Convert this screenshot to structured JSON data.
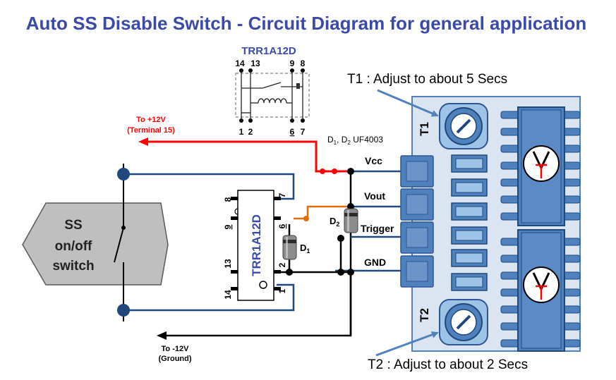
{
  "title": "Auto SS Disable Switch - Circuit Diagram for general application",
  "relay_top": {
    "name": "TRR1A12D",
    "pins_top": [
      "14",
      "13",
      "9",
      "8"
    ],
    "pins_bottom": [
      "1",
      "2",
      "6",
      "7"
    ]
  },
  "relay_ic": {
    "name": "TRR1A12D",
    "pins_left": [
      "8",
      "9",
      "13",
      "14"
    ],
    "pins_right": [
      "7",
      "6",
      "2",
      "1"
    ]
  },
  "labels": {
    "plus12v_line1": "To +12V",
    "plus12v_line2": "(Terminal 15)",
    "minus12v_line1": "To -12V",
    "minus12v_line2": "(Ground)",
    "diodes": "D",
    "diodes_sub1": "1",
    "diodes_mid": ", D",
    "diodes_sub2": "2",
    "diodes_part": " UF4003",
    "d1": "D",
    "d1_sub": "1",
    "d2": "D",
    "d2_sub": "2",
    "vcc": "Vcc",
    "vout": "Vout",
    "trigger": "Trigger",
    "gnd": "GND",
    "t1": "T1",
    "t2": "T2",
    "t1_note": "T1 : Adjust to about  5 Secs",
    "t2_note": "T2 : Adjust to about  2 Secs"
  },
  "switch_box": {
    "line1": "SS",
    "line2": "on/off",
    "line3": "switch"
  },
  "colors": {
    "title": "#3b49a8",
    "wire_blue": "#1f497d",
    "wire_red": "#ff0000",
    "wire_orange": "#e46c0a",
    "board": "#dbe5f1",
    "chip": "#4f81bd",
    "switch_box": "#bfbfbf"
  }
}
